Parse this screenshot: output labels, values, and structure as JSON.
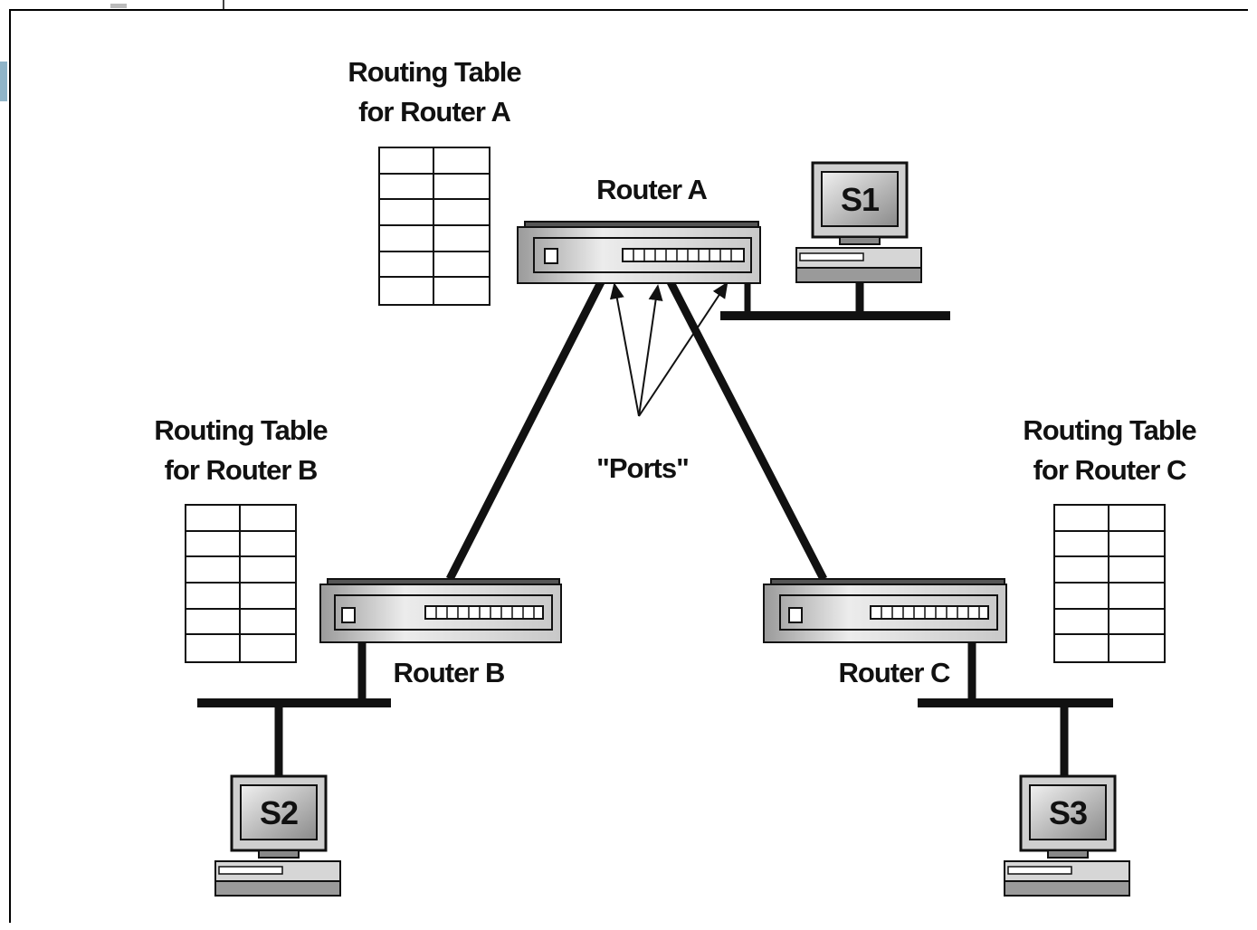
{
  "labels": {
    "router_a": "Router A",
    "router_b": "Router B",
    "router_c": "Router C",
    "ports": "\"Ports\""
  },
  "routing_tables": {
    "a": {
      "line1": "Routing Table",
      "line2": "for Router A"
    },
    "b": {
      "line1": "Routing Table",
      "line2": "for Router B"
    },
    "c": {
      "line1": "Routing Table",
      "line2": "for Router C"
    }
  },
  "computers": {
    "s1": "S1",
    "s2": "S2",
    "s3": "S3"
  },
  "icons": {
    "router": "router-icon",
    "computer": "computer-icon",
    "table": "routing-table-grid"
  }
}
